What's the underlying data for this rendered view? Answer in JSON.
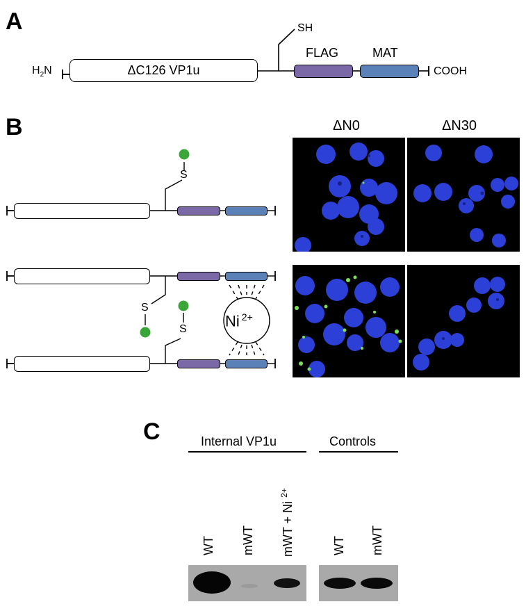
{
  "panel_a": {
    "letter": "A",
    "n_terminus": "H",
    "n_terminus_sub": "2",
    "n_terminus_suffix": "N",
    "c_terminus": "COOH",
    "main_box_label": "ΔC126 VP1u",
    "thiol_label": "SH",
    "flag_label": "FLAG",
    "mat_label": "MAT",
    "colors": {
      "flag": "#7b68a6",
      "mat": "#5a82b8"
    }
  },
  "panel_b": {
    "letter": "B",
    "col_headers": [
      "ΔN0",
      "ΔN30"
    ],
    "sulfur_label": "S",
    "nickel_label": "Ni",
    "nickel_charge": "2+",
    "colors": {
      "dye": "#3aa63a",
      "nuclei": "#2c3fd6",
      "signal": "#7ee05a"
    }
  },
  "panel_c": {
    "letter": "C",
    "group_internal": "Internal VP1u",
    "group_controls": "Controls",
    "lanes_internal": [
      "WT",
      "mWT",
      "mWT + Ni "
    ],
    "lane3_superscript": "2+",
    "lanes_controls": [
      "WT",
      "mWT"
    ]
  }
}
